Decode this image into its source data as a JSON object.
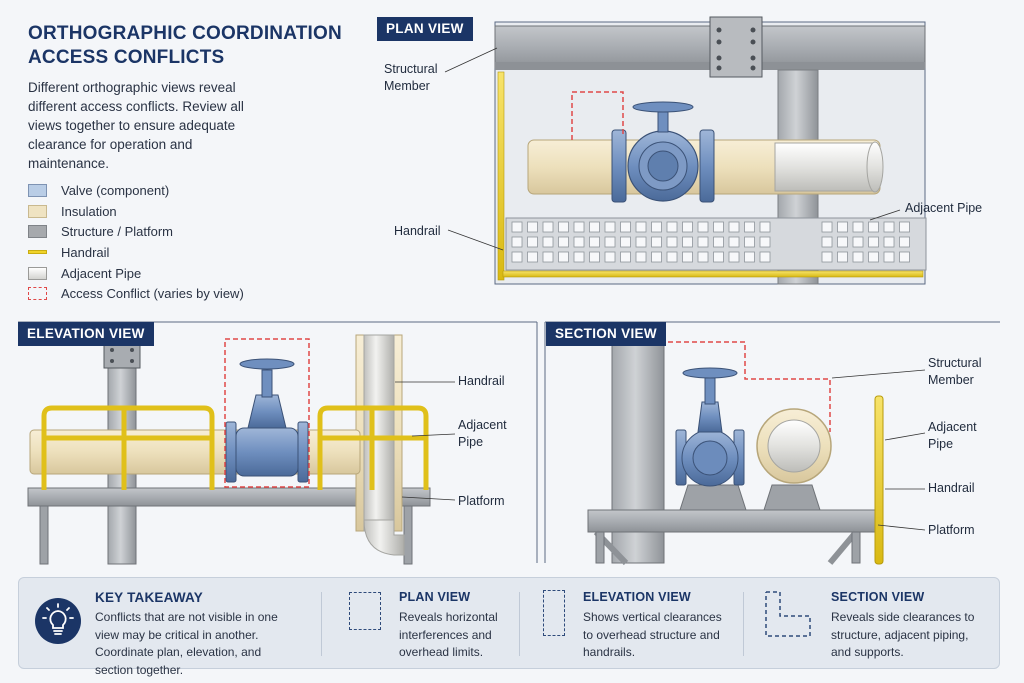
{
  "header": {
    "title_line1": "ORTHOGRAPHIC COORDINATION",
    "title_line2": "ACCESS CONFLICTS",
    "description": "Different orthographic views reveal different access conflicts. Review all views together to ensure adequate clearance for operation and maintenance."
  },
  "legend": [
    {
      "label": "Valve (component)",
      "color": "#b9cde6"
    },
    {
      "label": "Insulation",
      "color": "#efe3c2"
    },
    {
      "label": "Structure / Platform",
      "color": "#a6a9ad"
    },
    {
      "label": "Handrail",
      "color": "#f0d32a"
    },
    {
      "label": "Adjacent Pipe",
      "color": "#e7e7e5"
    },
    {
      "label": "Access Conflict (varies by view)",
      "color": "#e04848"
    }
  ],
  "plan_view": {
    "tag": "PLAN VIEW",
    "labels": {
      "structural": "Structural\nMember",
      "handrail": "Handrail",
      "adjacent_pipe": "Adjacent Pipe"
    }
  },
  "elevation_view": {
    "tag": "ELEVATION VIEW",
    "labels": {
      "handrail": "Handrail",
      "adjacent": "Adjacent\nPipe",
      "platform": "Platform"
    }
  },
  "section_view": {
    "tag": "SECTION VIEW",
    "labels": {
      "structural": "Structural\nMember",
      "adjacent": "Adjacent\nPipe",
      "handrail": "Handrail",
      "platform": "Platform"
    }
  },
  "takeaway": {
    "heading": "KEY TAKEAWAY",
    "text": "Conflicts that are not visible in one view may be critical in another. Coordinate plan, elevation, and section together.",
    "items": [
      {
        "heading": "PLAN VIEW",
        "text": "Reveals horizontal interferences and overhead limits."
      },
      {
        "heading": "ELEVATION VIEW",
        "text": "Shows vertical clearances to overhead structure and handrails."
      },
      {
        "heading": "SECTION VIEW",
        "text": "Reveals side clearances to structure, adjacent piping, and supports."
      }
    ]
  },
  "colors": {
    "navy": "#1b3566",
    "valve": "#6f8fbf",
    "insulation": "#efe3c2",
    "steel": "#a6a9ad",
    "handrail": "#f0d32a",
    "conflict": "#e04848"
  }
}
